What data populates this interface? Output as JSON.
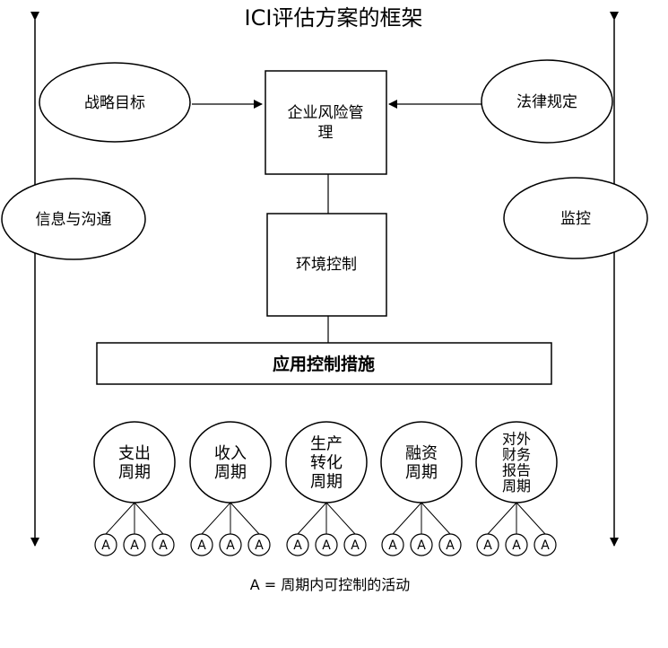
{
  "title": "ICI评估方案的框架",
  "top": {
    "left_oval": "战略目标",
    "center_box": [
      "企业风险管",
      "理"
    ],
    "right_oval": "法律规定"
  },
  "sides": {
    "left_oval": "信息与沟通",
    "right_oval": "监控"
  },
  "env_box": "环境控制",
  "app_bar": "应用控制措施",
  "cycles": [
    {
      "lines": [
        "支出",
        "周期"
      ]
    },
    {
      "lines": [
        "收入",
        "周期"
      ]
    },
    {
      "lines": [
        "生产",
        "转化",
        "周期"
      ]
    },
    {
      "lines": [
        "融资",
        "周期"
      ]
    },
    {
      "lines": [
        "对外",
        "财务",
        "报告",
        "周期"
      ]
    }
  ],
  "activity_label": "A",
  "legend": "A = 周期内可控制的活动",
  "colors": {
    "line": "#000000",
    "background": "#ffffff"
  }
}
